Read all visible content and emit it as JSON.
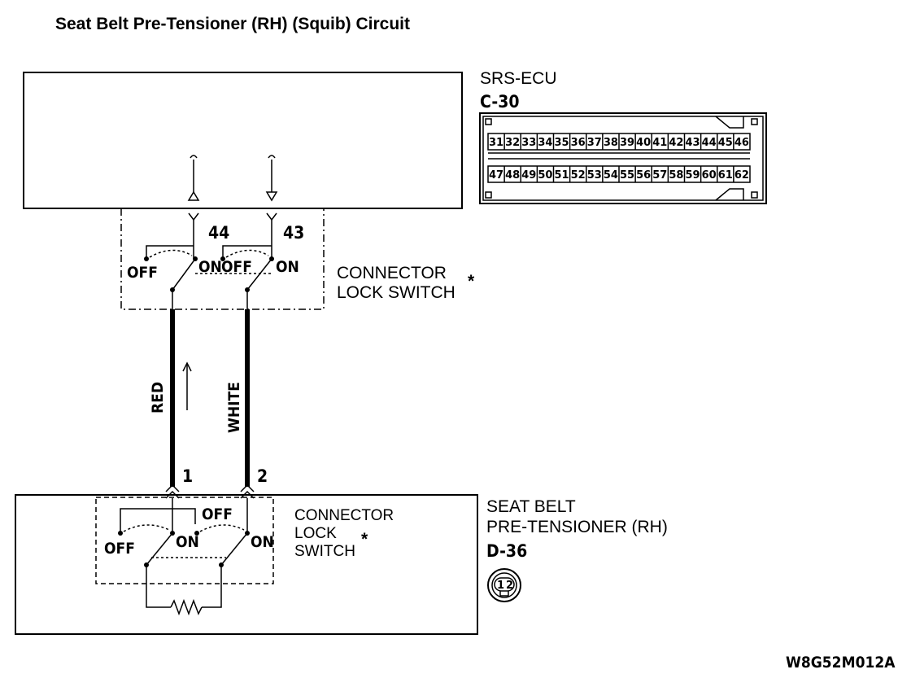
{
  "title": "Seat Belt Pre-Tensioner (RH) (Squib) Circuit",
  "ecu": {
    "name": "SRS-ECU",
    "connector_id": "C-30",
    "top_row_pins": [
      "31",
      "32",
      "33",
      "34",
      "35",
      "36",
      "37",
      "38",
      "39",
      "40",
      "41",
      "42",
      "43",
      "44",
      "45",
      "46"
    ],
    "bottom_row_pins": [
      "47",
      "48",
      "49",
      "50",
      "51",
      "52",
      "53",
      "54",
      "55",
      "56",
      "57",
      "58",
      "59",
      "60",
      "61",
      "62"
    ],
    "terminal_left": "44",
    "terminal_right": "43"
  },
  "ecu_switch": {
    "label_line1": "CONNECTOR",
    "label_line2": "LOCK SWITCH",
    "asterisk": "*",
    "left_off": "OFF",
    "left_on": "ON",
    "right_off": "OFF",
    "right_on": "ON"
  },
  "wires": {
    "left_color": "RED",
    "right_color": "WHITE"
  },
  "pretensioner": {
    "name_line1": "SEAT BELT",
    "name_line2": "PRE-TENSIONER (RH)",
    "connector_id": "D-36",
    "terminal_left": "1",
    "terminal_right": "2",
    "connector_pin_1": "1",
    "connector_pin_2": "2"
  },
  "pt_switch": {
    "label_line1": "CONNECTOR",
    "label_line2": "LOCK",
    "label_line3": "SWITCH",
    "asterisk": "*",
    "left_off": "OFF",
    "left_on": "ON",
    "top_off": "OFF",
    "right_on": "ON"
  },
  "figure_code": "W8G52M012A"
}
